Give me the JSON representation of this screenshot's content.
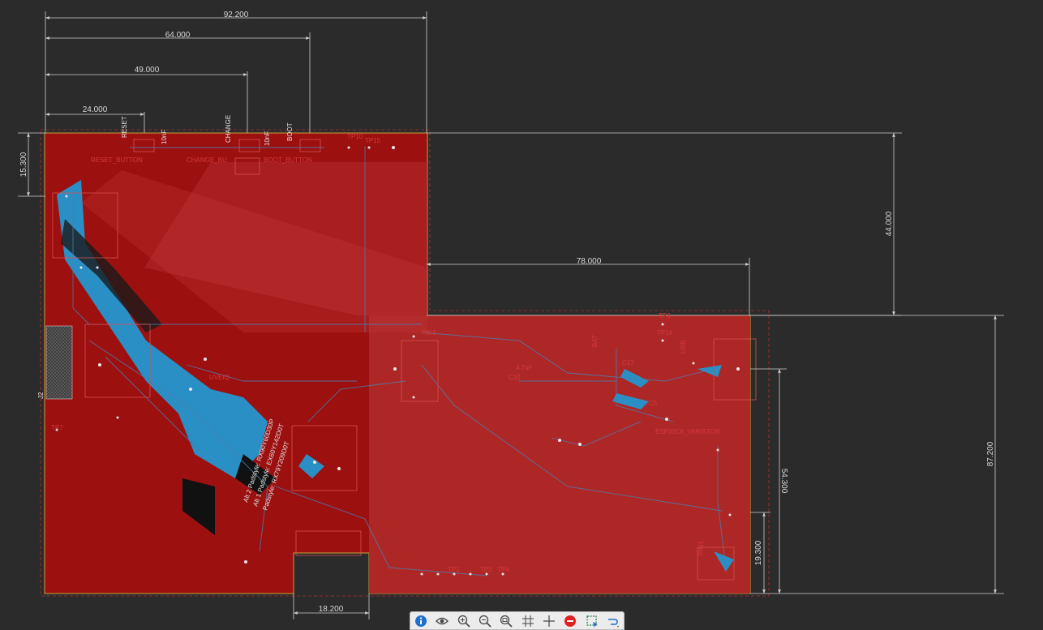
{
  "dimensions": {
    "top": [
      "92.200",
      "64.000",
      "49.000",
      "24.000"
    ],
    "left": "15.300",
    "right_upper": "44.000",
    "middle": "78.000",
    "right_total": "87.200",
    "right_mid": "54.300",
    "right_bottom": "19.300",
    "bottom": "18.200"
  },
  "silkscreen": {
    "buttons_top": [
      "RESET",
      "CHANGE",
      "BOOT"
    ],
    "reset_button": "RESET_BUTTON",
    "change_button": "CHANGE_BU",
    "boot_button": "BOOT_BUTTON",
    "cap_labels": [
      "10nF",
      "10nF"
    ],
    "tp_top": "TP10",
    "tp15": "TP15",
    "connector": "J2",
    "tp7": "TP7",
    "tp_row": [
      "TP1",
      "TP2",
      "TP4"
    ],
    "pin1_a": "PIN1",
    "pin1_b": "PIN1",
    "cap_4u7": "4.7uF",
    "c10": "C10",
    "c17": "C17",
    "c5": "C5",
    "varistor": "ESP32C6_VARISTOR",
    "usb": "USB",
    "tp3": "TP3",
    "tp14": "TP14",
    "bat": "BAT",
    "uveiq": "UVEIQ",
    "pad_lines": [
      "Alt 2 Padstyle: RX90Y60D30P",
      "Alt 1 Padstyle: EX60Y142D0T",
      "Padstyle: RX79Y209D0T"
    ]
  },
  "toolbar": {
    "icons": [
      "info-icon",
      "eye-icon",
      "zoom-in-icon",
      "zoom-out-icon",
      "zoom-fit-icon",
      "grid-icon",
      "crosshair-icon",
      "stop-icon",
      "select-icon",
      "route-icon"
    ]
  },
  "colors": {
    "background": "#2b2b2b",
    "copper_top": "#9c1010",
    "copper_overlay": "#b52b2b",
    "copper_bottom": "#2a8fc4",
    "dimension_line": "#cfcfcf"
  }
}
